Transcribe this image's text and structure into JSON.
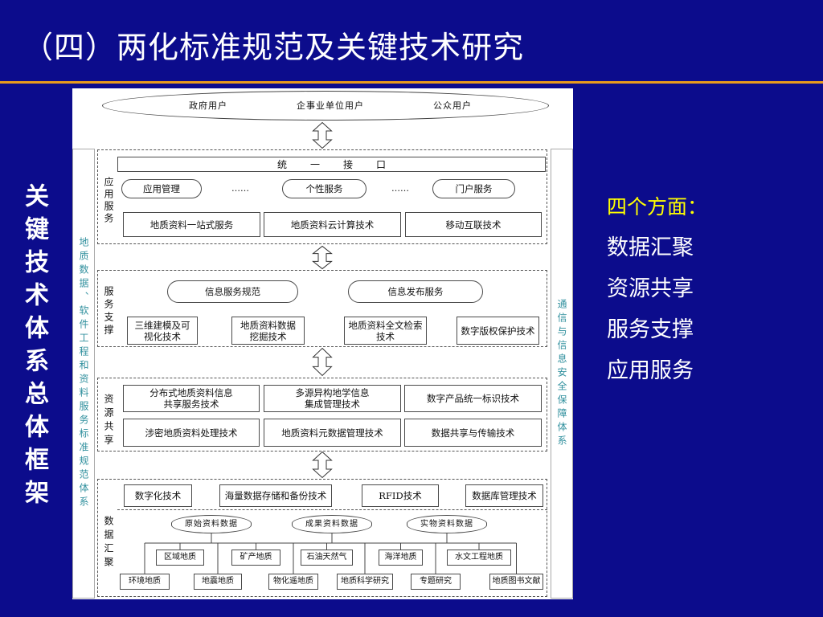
{
  "colors": {
    "background": "#0c0c8c",
    "title_rule": "#e99b1c",
    "highlight": "#ffff00",
    "text": "#ffffff",
    "pillar_text": "#2f8f9d"
  },
  "slide": {
    "title": "（四）两化标准规范及关键技术研究",
    "side_heading": "关键技术体系总体框架"
  },
  "aspects": {
    "heading": "四个方面：",
    "items": [
      "数据汇聚",
      "资源共享",
      "服务支撑",
      "应用服务"
    ]
  },
  "diagram": {
    "connector_icon": "up-down-double-arrow-icon",
    "users": [
      "政府用户",
      "企事业单位用户",
      "公众用户"
    ],
    "left_pillar": "地质数据、软件工程和资料服务标准规范体系",
    "right_pillar": "通信与信息安全保障体系",
    "application_layer": {
      "label": "应用服务",
      "unified_interface": "统一接口",
      "services": [
        "应用管理",
        "……",
        "个性服务",
        "……",
        "门户服务"
      ],
      "technologies": [
        "地质资料一站式服务",
        "地质资料云计算技术",
        "移动互联技术"
      ]
    },
    "service_layer": {
      "label": "服务支撑",
      "services": [
        "信息服务规范",
        "信息发布服务"
      ],
      "technologies": [
        "三维建模及可\n视化技术",
        "地质资料数据\n挖掘技术",
        "地质资料全文检索\n技术",
        "数字版权保护技术"
      ]
    },
    "resource_layer": {
      "label": "资源共享",
      "technologies": [
        "分布式地质资料信息\n共享服务技术",
        "多源异构地学信息\n集成管理技术",
        "数字产品统一标识技术",
        "涉密地质资料处理技术",
        "地质资料元数据管理技术",
        "数据共享与传输技术"
      ]
    },
    "data_layer": {
      "label": "数据汇聚",
      "technologies": [
        "数字化技术",
        "海量数据存储和备份技术",
        "RFID技术",
        "数据库管理技术"
      ],
      "data_sources": [
        "原始资料数据",
        "成果资料数据",
        "实物资料数据"
      ],
      "categories_row1": [
        "区域地质",
        "矿产地质",
        "石油天然气",
        "海洋地质",
        "水文工程地质"
      ],
      "categories_row2": [
        "环境地质",
        "地震地质",
        "物化遥地质",
        "地质科学研究",
        "专题研究",
        "地质图书文献"
      ]
    }
  }
}
